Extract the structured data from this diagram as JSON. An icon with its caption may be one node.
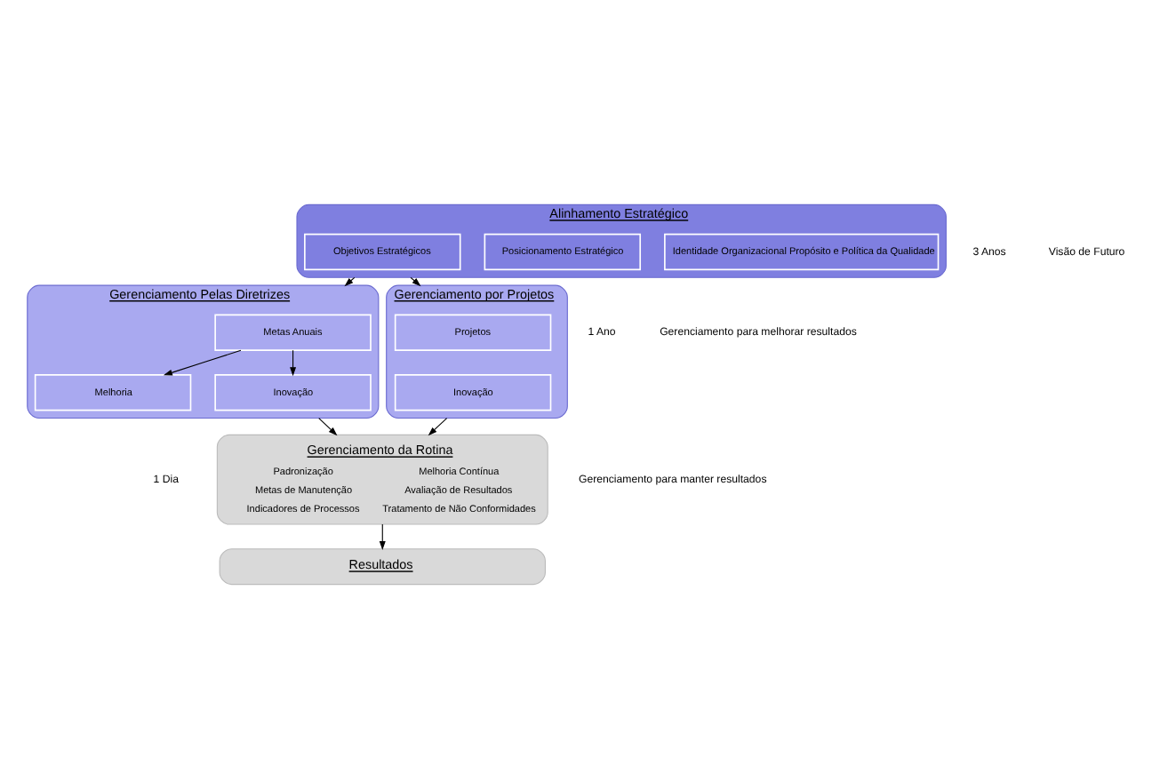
{
  "diagram": {
    "nodes": [
      {
        "text": [
          "Alinhamento Estratégico"
        ]
      },
      {
        "text": [
          "Identidade Organizacional Propósito e Política da Qualidade"
        ],
        "in": 0
      },
      {
        "text": [
          "Posicionamento Estratégico"
        ],
        "in": 0
      },
      {
        "text": [
          "Objetivos Estratégicos"
        ],
        "in": 0
      },
      {
        "text": [
          "Gerenciamento Pelas Diretrizes"
        ]
      },
      {
        "text": [
          "Metas Anuais"
        ],
        "in": 4
      },
      {
        "text": [
          "Melhoria"
        ],
        "in": 4
      },
      {
        "text": [
          "Inovação"
        ],
        "in": 4
      },
      {
        "text": [
          "Gerenciamento por Projetos"
        ]
      },
      {
        "text": [
          "Projetos"
        ],
        "in": 8
      },
      {
        "text": [
          "Inovação"
        ],
        "in": 8
      },
      {
        "text": [
          "Gerenciamento da Rotina",
          "Padronização",
          "Melhoria Contínua",
          "Metas de Manutenção",
          "Avaliação de Resultados",
          "Indicadores de Processos",
          "Tratamento de Não Conformidades"
        ]
      },
      {
        "text": [
          "Resultados"
        ]
      }
    ],
    "edges": [
      {
        "from": 0,
        "to": 4,
        "arrow": "to"
      },
      {
        "from": 0,
        "to": 8,
        "arrow": "to"
      },
      {
        "from": 5,
        "to": 6,
        "arrow": "to"
      },
      {
        "from": 5,
        "to": 7,
        "arrow": "to"
      },
      {
        "from": 4,
        "to": 11,
        "arrow": "to"
      },
      {
        "from": 8,
        "to": 11,
        "arrow": "to"
      },
      {
        "from": 11,
        "to": 12,
        "arrow": "to"
      }
    ],
    "labels": [
      "3 Anos",
      "Visão de Futuro",
      "1 Ano",
      "Gerenciamento para melhorar resultados",
      "1 Dia",
      "Gerenciamento para manter resultados"
    ]
  }
}
